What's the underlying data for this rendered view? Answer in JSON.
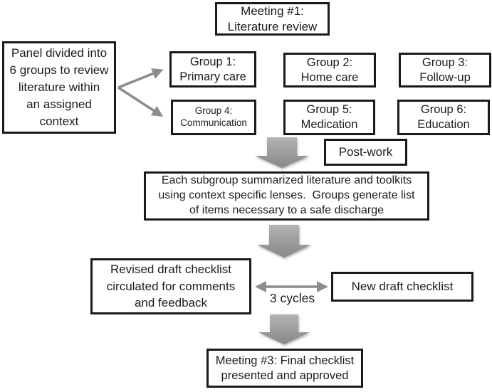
{
  "colors": {
    "background": "#ffffff",
    "box_fill": "#ffffff",
    "box_border": "#1a1a1a",
    "text": "#1c1c1c",
    "arrow_gray": "#8c8c8c"
  },
  "boxes": {
    "meeting1": {
      "label": "Meeting #1:\nLiterature review"
    },
    "panel": {
      "label": "Panel divided into\n6 groups to review\nliterature within\nan assigned\ncontext"
    },
    "group1": {
      "label": "Group 1:\nPrimary care"
    },
    "group2": {
      "label": "Group 2:\nHome care"
    },
    "group3": {
      "label": "Group 3:\nFollow-up"
    },
    "group4": {
      "label": "Group 4:\nCommunication"
    },
    "group5": {
      "label": "Group 5:\nMedication"
    },
    "group6": {
      "label": "Group 6:\nEducation"
    },
    "postwork": {
      "label": "Post-work"
    },
    "summary": {
      "label": "Each subgroup summarized literature and toolkits\nusing context specific lenses.  Groups generate list\nof items necessary to a safe discharge"
    },
    "revised": {
      "label": "Revised draft checklist\ncirculated for comments\nand feedback"
    },
    "newdraft": {
      "label": "New draft checklist"
    },
    "meeting3": {
      "label": "Meeting #3: Final checklist\npresented and approved"
    }
  },
  "annotations": {
    "cycles_label": "3 cycles"
  }
}
